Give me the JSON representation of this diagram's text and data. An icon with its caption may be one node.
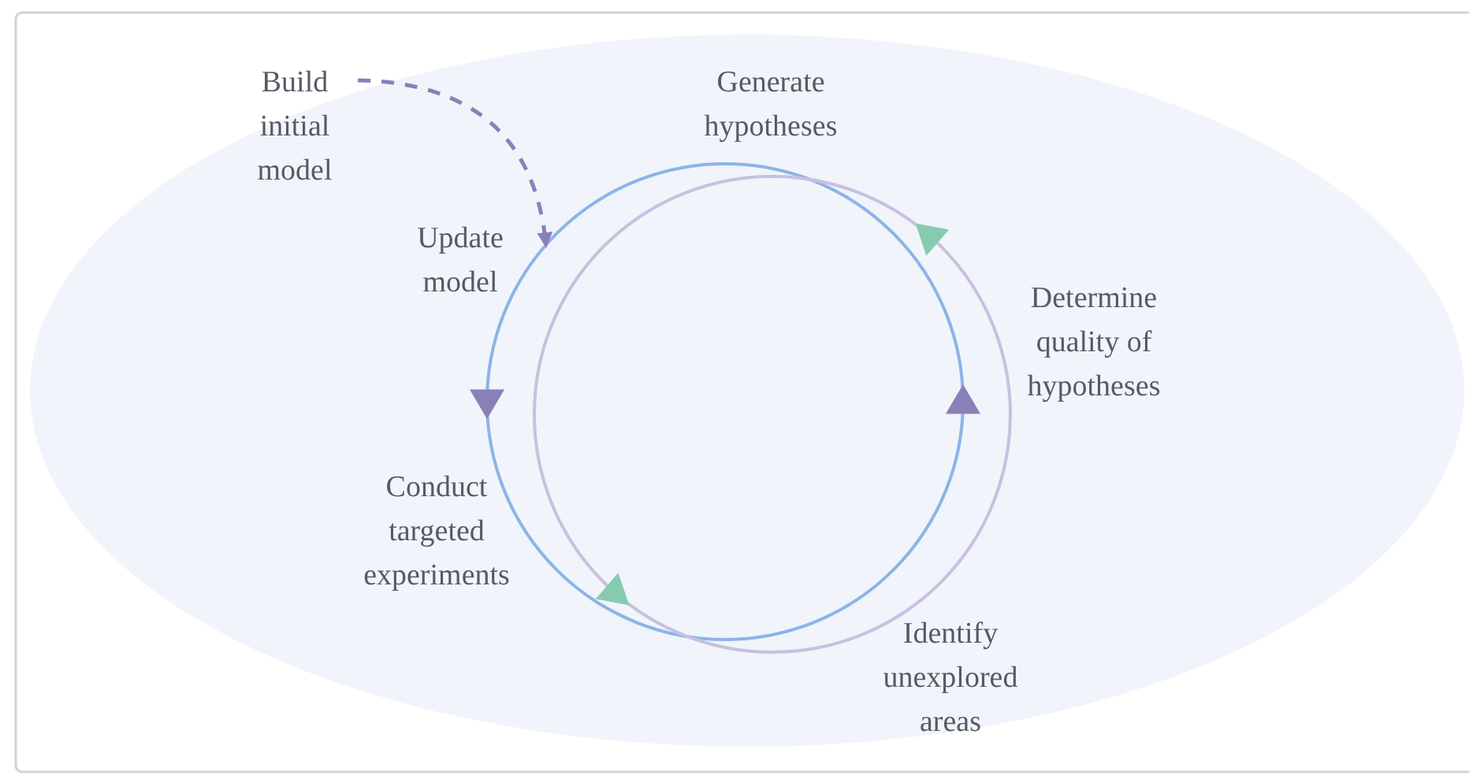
{
  "diagram": {
    "nodes": [
      {
        "text": [
          "Build initial model"
        ]
      },
      {
        "text": [],
        "shape": "circle"
      },
      {
        "text": [],
        "shape": "circle"
      }
    ],
    "edges": [
      {
        "from": 0,
        "to": 1,
        "arrow": "to",
        "style": "dashed"
      }
    ],
    "labels": [
      "Generate hypotheses",
      "Update model",
      "Determine quality of hypotheses",
      "Conduct targeted experiments",
      "Identify unexplored areas"
    ]
  }
}
